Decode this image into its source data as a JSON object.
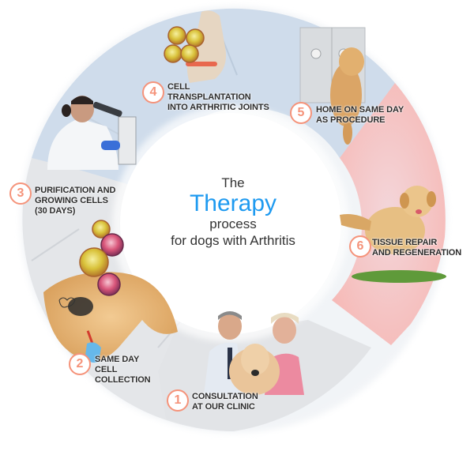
{
  "center": {
    "line1": "The",
    "line2": "Therapy",
    "line3": "process",
    "line4": "for dogs with Arthritis"
  },
  "colors": {
    "accent_blue": "#1e9af0",
    "badge_orange": "#f5937a",
    "segment_gray": "#e4e6e9",
    "segment_blue": "#cfdceb",
    "segment_pink": "#f7c4c2",
    "label_text": "#2b2b2b"
  },
  "steps": [
    {
      "number": "1",
      "line1": "Consultation",
      "line2": "at our clinic",
      "line3": "",
      "image": "vet-owner-and-dog-photo"
    },
    {
      "number": "2",
      "line1": "Same day",
      "line2": "cell",
      "line3": "collection",
      "image": "dog-cell-collection-illustration"
    },
    {
      "number": "3",
      "line1": "Purification and",
      "line2": "growing cells",
      "line3": "(30 days)",
      "image": "scientist-microscope-photo"
    },
    {
      "number": "4",
      "line1": "Cell",
      "line2": "transplantation",
      "line3": "into arthritic joints",
      "image": "knee-joint-cells-illustration"
    },
    {
      "number": "5",
      "line1": "Home on same day",
      "line2": "as procedure",
      "line3": "",
      "image": "dog-leaving-clinic-photo"
    },
    {
      "number": "6",
      "line1": "Tissue repair",
      "line2": "and regeneration",
      "line3": "",
      "image": "healthy-dog-on-grass-photo"
    }
  ]
}
